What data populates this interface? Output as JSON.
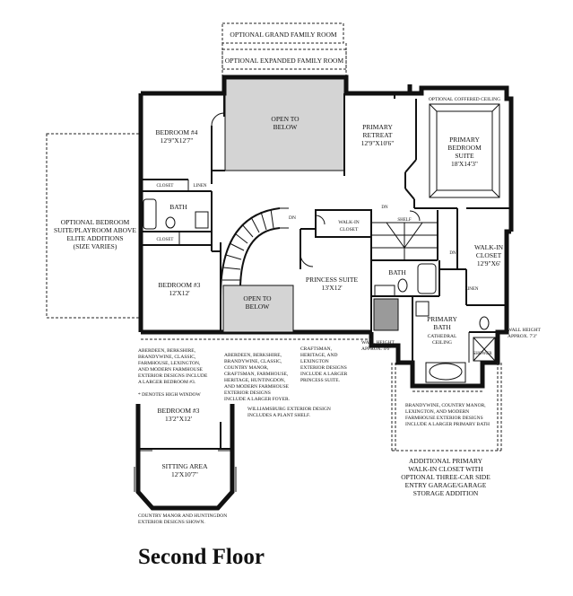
{
  "title": "Second Floor",
  "top_options": {
    "grand_family": "OPTIONAL GRAND FAMILY ROOM",
    "expanded_family": "OPTIONAL EXPANDED FAMILY ROOM"
  },
  "optional_bedroom": [
    "OPTIONAL BEDROOM",
    "SUITE/PLAYROOM ABOVE",
    "ELITE ADDITIONS",
    "(SIZE VARIES)"
  ],
  "rooms": {
    "bedroom4": {
      "name": "BEDROOM #4",
      "size": "12'9\"X12'7\""
    },
    "closet_upper": "CLOSET",
    "linen_upper": "LINEN",
    "bath_left": "BATH",
    "closet_left": "CLOSET",
    "bedroom3": {
      "name": "BEDROOM #3",
      "size": "12'X12'"
    },
    "open_below_top": [
      "OPEN TO",
      "BELOW"
    ],
    "open_below_stair": [
      "OPEN TO",
      "BELOW"
    ],
    "dn_stair": "DN",
    "walkin_closet_mid": [
      "WALK-IN",
      "CLOSET"
    ],
    "dn_mid": "DN",
    "shelf": "SHELF",
    "princess": {
      "name": "PRINCESS SUITE",
      "size": "13'X12'"
    },
    "bath_mid": "BATH",
    "primary_retreat": {
      "name": [
        "PRIMARY",
        "RETREAT"
      ],
      "size": "12'9\"X10'6\""
    },
    "coffered": "OPTIONAL COFFERED CEILING",
    "primary_suite": {
      "name": [
        "PRIMARY",
        "BEDROOM",
        "SUITE"
      ],
      "size": "18'X14'3\""
    },
    "walkin_closet_right": {
      "name": [
        "WALK-IN",
        "CLOSET"
      ],
      "size": "12'9\"X6'"
    },
    "dn_right": "DN",
    "linen_right": "LINEN",
    "primary_bath": [
      "PRIMARY",
      "BATH"
    ],
    "cathedral": [
      "CATHEDRAL",
      "CEILING"
    ],
    "shower": "SHOWER",
    "wall_height_right": [
      "WALL HEIGHT",
      "APPROX. 7'3\""
    ],
    "wall_height_mid": [
      "WALL HEIGHT",
      "APPROX. 4'6\""
    ]
  },
  "notes": {
    "left_exterior": [
      "ABERDEEN, BERKSHIRE,",
      "BRANDYWINE, CLASSIC,",
      "FARMHOUSE, LEXINGTON,",
      "AND MODERN FARMHOUSE",
      "EXTERIOR DESIGNS INCLUDE",
      "A LARGER BEDROOM #3."
    ],
    "high_window": "* DENOTES HIGH WINDOW",
    "foyer_exterior": [
      "ABERDEEN, BERKSHIRE,",
      "BRANDYWINE, CLASSIC,",
      "COUNTRY MANOR,",
      "CRAFTSMAN, FARMHOUSE,",
      "HERITAGE, HUNTINGDON,",
      "AND MODERN FARMHOUSE",
      "EXTERIOR DESIGNS",
      "INCLUDE A LARGER FOYER."
    ],
    "princess_exterior": [
      "CRAFTSMAN,",
      "HERITAGE, AND",
      "LEXINGTON",
      "EXTERIOR DESIGNS",
      "INCLUDE A LARGER",
      "PRINCESS SUITE."
    ],
    "williamsburg": [
      "WILLIAMSBURG EXTERIOR DESIGN",
      "INCLUDES A PLANT SHELF."
    ],
    "primary_bath_exterior": [
      "BRANDYWINE, COUNTRY MANOR,",
      "LEXINGTON, AND MODERN",
      "FARMHOUSE EXTERIOR DESIGNS",
      "INCLUDE A LARGER PRIMARY BATH"
    ],
    "additional_closet": [
      "ADDITIONAL PRIMARY",
      "WALK-IN CLOSET WITH",
      "OPTIONAL THREE-CAR SIDE",
      "ENTRY GARAGE/GARAGE",
      "STORAGE ADDITION"
    ],
    "country_manor": [
      "COUNTRY MANOR AND HUNTINGDON",
      "EXTERIOR DESIGNS SHOWN."
    ]
  },
  "alt_plan": {
    "bedroom3": {
      "name": "BEDROOM #3",
      "size": "13'2\"X12'"
    },
    "sitting": {
      "name": "SITTING AREA",
      "size": "12'X10'7\""
    }
  }
}
